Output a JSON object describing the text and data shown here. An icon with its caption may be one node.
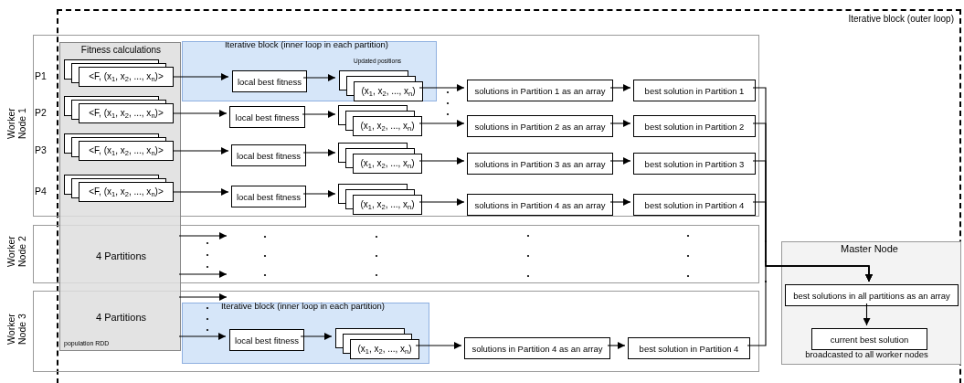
{
  "diagram": {
    "nodes": [
      {
        "text": [
          "Iterative block (outer loop)"
        ]
      },
      {
        "text": [
          "Worker Node 1"
        ],
        "in": 0
      },
      {
        "text": [
          "Fitness calculations",
          "4 Partitions",
          "4 Partitions",
          "population RDD"
        ],
        "in": 0
      },
      {
        "text": [
          "Iterative block (inner loop in each partition)"
        ],
        "in": 1
      },
      {
        "text": [
          "<F, (x$_{1}$, x$_{2}$, ..., x$_{n}$)>"
        ],
        "beside": [
          "P1"
        ]
      },
      {
        "text": [
          "local best fitness"
        ],
        "in": 3
      },
      {
        "text": [
          "(x$_{1}$, x$_{2}$, ..., x$_{n}$)"
        ],
        "beside": [
          "Updated positions"
        ],
        "in": 3
      },
      {
        "text": [
          "solutions in Partition 1 as an array"
        ],
        "in": 1
      },
      {
        "text": [
          "best solution in Partition 1"
        ],
        "in": 1
      },
      {
        "text": [
          "<F, (x$_{1}$, x$_{2}$, ..., x$_{n}$)>"
        ],
        "beside": [
          "P2"
        ]
      },
      {
        "text": [
          "local best fitness"
        ],
        "in": 1
      },
      {
        "text": [
          "(x$_{1}$, x$_{2}$, ..., x$_{n}$)"
        ],
        "in": 1
      },
      {
        "text": [
          "solutions in Partition 2 as an array"
        ],
        "in": 1
      },
      {
        "text": [
          "best solution in Partition 2"
        ],
        "in": 1
      },
      {
        "text": [
          "<F, (x$_{1}$, x$_{2}$, ..., x$_{n}$)>"
        ],
        "beside": [
          "P3"
        ]
      },
      {
        "text": [
          "local best fitness"
        ],
        "in": 1
      },
      {
        "text": [
          "(x$_{1}$, x$_{2}$, ..., x$_{n}$)"
        ],
        "in": 1
      },
      {
        "text": [
          "solutions in Partition 3 as an array"
        ],
        "in": 1
      },
      {
        "text": [
          "best solution in Partition 3"
        ],
        "in": 1
      },
      {
        "text": [
          "<F, (x$_{1}$, x$_{2}$, ..., x$_{n}$)>"
        ],
        "beside": [
          "P4"
        ]
      },
      {
        "text": [
          "local best fitness"
        ],
        "in": 1
      },
      {
        "text": [
          "(x$_{1}$, x$_{2}$, ..., x$_{n}$)"
        ],
        "in": 1
      },
      {
        "text": [
          "solutions in Partition 4 as an array"
        ],
        "in": 1
      },
      {
        "text": [
          "best solution in Partition 4"
        ],
        "in": 1
      },
      {
        "text": [
          "Worker Node 2"
        ],
        "in": 0
      },
      {
        "text": [
          "Worker Node 3"
        ],
        "in": 0
      },
      {
        "text": [
          "Iterative block (inner loop in each partition)"
        ],
        "in": 25
      },
      {
        "text": [
          "local best fitness"
        ],
        "in": 26
      },
      {
        "text": [
          "(x$_{1}$, x$_{2}$, ..., x$_{n}$)"
        ],
        "in": 26
      },
      {
        "text": [
          "solutions in Partition 4 as an array"
        ],
        "in": 25
      },
      {
        "text": [
          "best solution in Partition 4"
        ],
        "in": 25
      },
      {
        "text": [
          "Master Node"
        ],
        "in": 0
      },
      {
        "text": [
          "best solutions in all partitions as an array"
        ],
        "in": 31
      },
      {
        "text": [
          "current best solution"
        ],
        "beside": [
          "broadcasted to all worker nodes"
        ],
        "in": 31
      }
    ],
    "edges": [
      {
        "from": 4,
        "to": 5,
        "arrow": "to"
      },
      {
        "from": 5,
        "to": 6,
        "arrow": "to"
      },
      {
        "from": 6,
        "to": 7,
        "arrow": "to"
      },
      {
        "from": 7,
        "to": 8,
        "arrow": "to"
      },
      {
        "from": 9,
        "to": 10,
        "arrow": "to"
      },
      {
        "from": 10,
        "to": 11,
        "arrow": "to"
      },
      {
        "from": 11,
        "to": 12,
        "arrow": "to"
      },
      {
        "from": 12,
        "to": 13,
        "arrow": "to"
      },
      {
        "from": 14,
        "to": 15,
        "arrow": "to"
      },
      {
        "from": 15,
        "to": 16,
        "arrow": "to"
      },
      {
        "from": 16,
        "to": 17,
        "arrow": "to"
      },
      {
        "from": 17,
        "to": 18,
        "arrow": "to"
      },
      {
        "from": 19,
        "to": 20,
        "arrow": "to"
      },
      {
        "from": 20,
        "to": 21,
        "arrow": "to"
      },
      {
        "from": 21,
        "to": 22,
        "arrow": "to"
      },
      {
        "from": 22,
        "to": 23,
        "arrow": "to"
      },
      {
        "from": 2,
        "to": 24,
        "arrow": "to"
      },
      {
        "from": 2,
        "to": 24,
        "arrow": "to"
      },
      {
        "from": 2,
        "to": 25,
        "arrow": "to"
      },
      {
        "from": 2,
        "to": 27,
        "arrow": "to"
      },
      {
        "from": 27,
        "to": 28,
        "arrow": "to"
      },
      {
        "from": 28,
        "to": 29,
        "arrow": "to"
      },
      {
        "from": 29,
        "to": 30,
        "arrow": "to"
      },
      {
        "from": 8,
        "to": 32,
        "arrow": "to"
      },
      {
        "from": 13,
        "to": 32,
        "arrow": "to"
      },
      {
        "from": 18,
        "to": 32,
        "arrow": "to"
      },
      {
        "from": 23,
        "to": 32,
        "arrow": "to"
      },
      {
        "from": 30,
        "to": 32,
        "arrow": "to"
      },
      {
        "from": 32,
        "to": 33,
        "arrow": "to"
      }
    ]
  }
}
